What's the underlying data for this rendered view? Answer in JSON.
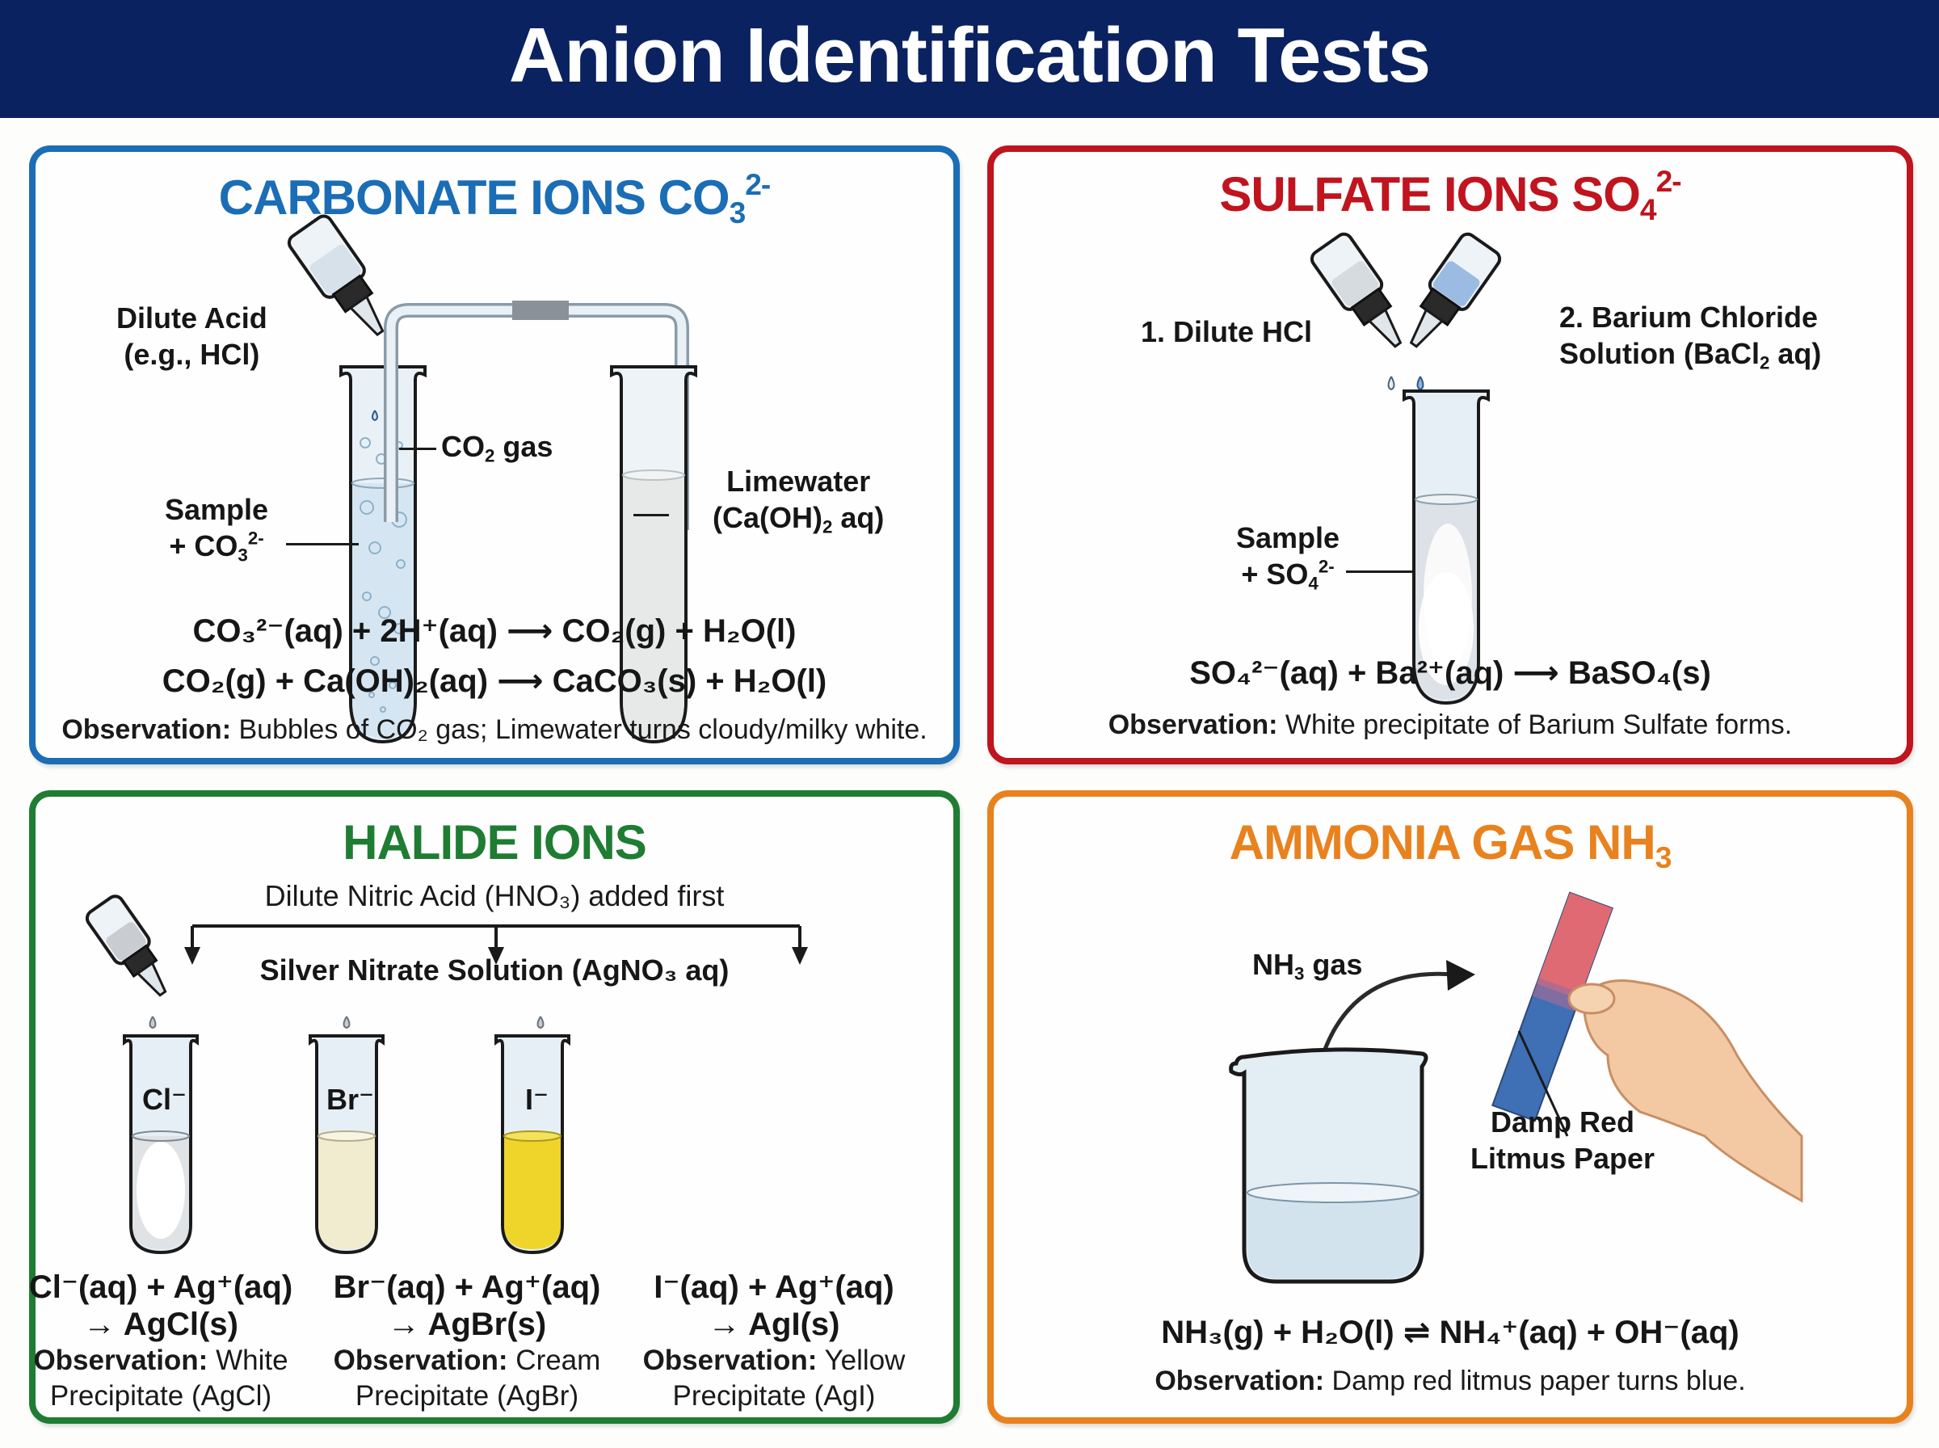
{
  "header": {
    "title": "Anion Identification Tests",
    "background": "#0b2260"
  },
  "colors": {
    "carbonate": "#1b6db5",
    "sulfate": "#c0141e",
    "halide": "#1e7d32",
    "ammonia": "#e8821e",
    "litmus_red": "#e06a74",
    "litmus_blue": "#3f6fb5",
    "iodide_yellow": "#efd52a",
    "bromide_cream": "#f1ebcf"
  },
  "carbonate": {
    "title": "CARBONATE IONS CO",
    "title_sub": "3",
    "title_sup": "2-",
    "labels": {
      "acid_line1": "Dilute Acid",
      "acid_line2": "(e.g., HCl)",
      "gas_prefix": "CO",
      "gas_sub": "2",
      "gas_suffix": " gas",
      "sample_line1": "Sample",
      "sample_prefix": "+ CO",
      "sample_sub": "3",
      "sample_sup": "2-",
      "limewater_line1": "Limewater",
      "limewater_prefix": "(Ca(OH)",
      "limewater_sub": "2",
      "limewater_suffix": " aq)"
    },
    "equations": [
      "CO₃²⁻(aq) + 2H⁺(aq) ⟶ CO₂(g) + H₂O(l)",
      "CO₂(g) + Ca(OH)₂(aq) ⟶ CaCO₃(s) + H₂O(l)"
    ],
    "observation_label": "Observation:",
    "observation_text": " Bubbles of CO₂ gas; Limewater turns cloudy/milky white."
  },
  "sulfate": {
    "title": "SULFATE IONS SO",
    "title_sub": "4",
    "title_sup": "2-",
    "labels": {
      "step1": "1. Dilute HCl",
      "step2_line1": "2. Barium Chloride",
      "step2_prefix": "Solution (BaCl",
      "step2_sub": "2",
      "step2_suffix": " aq)",
      "sample_line1": "Sample",
      "sample_prefix": "+ SO",
      "sample_sub": "4",
      "sample_sup": "2-"
    },
    "equation": "SO₄²⁻(aq) + Ba²⁺(aq) ⟶ BaSO₄(s)",
    "observation_label": "Observation:",
    "observation_text": " White precipitate of Barium Sulfate forms."
  },
  "halide": {
    "title": "HALIDE IONS",
    "step1": "Dilute Nitric Acid (HNO₃) added first",
    "step2": "Silver Nitrate Solution (AgNO₃ aq)",
    "columns": [
      {
        "ion": "Cl⁻",
        "eq1": "Cl⁻(aq) + Ag⁺(aq)",
        "eq2": "→ AgCl(s)",
        "obs_label": "Observation:",
        "obs_color": " White",
        "obs_line2": "Precipitate (AgCl)"
      },
      {
        "ion": "Br⁻",
        "eq1": "Br⁻(aq) + Ag⁺(aq)",
        "eq2": "→ AgBr(s)",
        "obs_label": "Observation:",
        "obs_color": " Cream",
        "obs_line2": "Precipitate (AgBr)"
      },
      {
        "ion": "I⁻",
        "eq1": "I⁻(aq) + Ag⁺(aq)",
        "eq2": "→ AgI(s)",
        "obs_label": "Observation:",
        "obs_color": " Yellow",
        "obs_line2": "Precipitate (AgI)"
      }
    ]
  },
  "ammonia": {
    "title": "AMMONIA GAS NH",
    "title_sub": "3",
    "gas_prefix": "NH",
    "gas_sub": "3",
    "gas_suffix": " gas",
    "litmus_line1": "Damp Red",
    "litmus_line2": "Litmus Paper",
    "equation": "NH₃(g) + H₂O(l) ⇌ NH₄⁺(aq) + OH⁻(aq)",
    "observation_label": "Observation:",
    "observation_text": " Damp red litmus paper turns blue."
  }
}
